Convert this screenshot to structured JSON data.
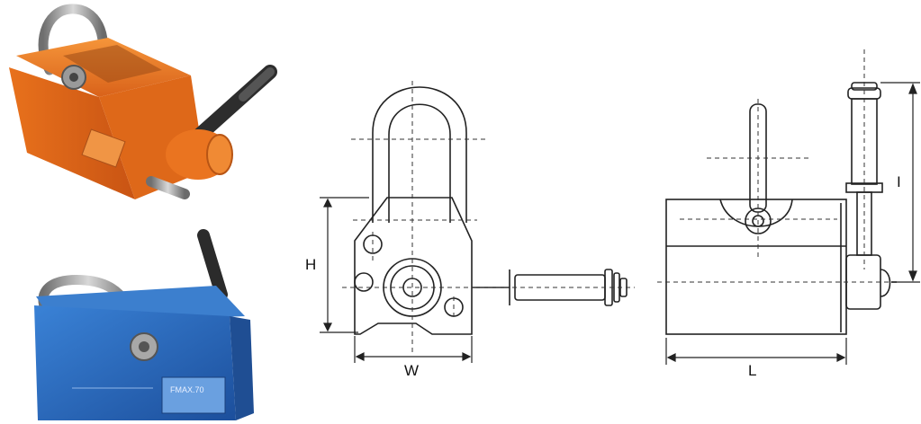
{
  "photos": {
    "top_magnet_color": "#e8711c",
    "bottom_magnet_color": "#2a6fc4",
    "bottom_plate_text": "FMAX.70"
  },
  "drawing": {
    "front_view": {
      "height_label": "H",
      "width_label": "W"
    },
    "side_view": {
      "length_label": "L",
      "total_height_label": "I"
    }
  }
}
